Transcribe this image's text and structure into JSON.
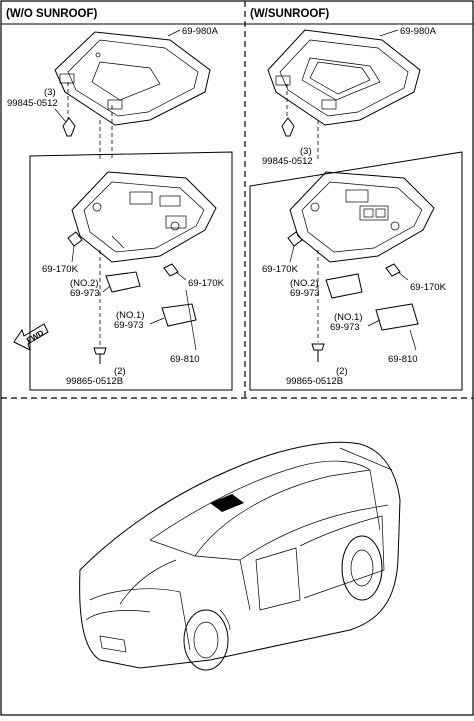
{
  "panels": {
    "left": {
      "heading": "(W/O SUNROOF)",
      "labels": {
        "headliner_part": "69-980A",
        "clip_qty": "(3)",
        "clip_part": "99845-0512",
        "bulb_left": "69-170K",
        "lens2_note": "(NO.2)",
        "lens2_part": "69-973",
        "bulb_right": "69-170K",
        "lens1_note": "(NO.1)",
        "lens1_part": "69-973",
        "lamp_assy": "69-810",
        "screw_qty": "(2)",
        "screw_part": "99865-0512B",
        "direction": "FWD"
      }
    },
    "right": {
      "heading": "(W/SUNROOF)",
      "labels": {
        "headliner_part": "69-980A",
        "clip_qty": "(3)",
        "clip_part": "99845-0512",
        "bulb_left": "69-170K",
        "lens2_note": "(NO.2)",
        "lens2_part": "69-973",
        "bulb_right": "69-170K",
        "lens1_note": "(NO.1)",
        "lens1_part": "69-973",
        "lamp_assy": "69-810",
        "screw_qty": "(2)",
        "screw_part": "99865-0512B"
      }
    }
  },
  "vehicle": {
    "highlight_color": "#000000"
  }
}
